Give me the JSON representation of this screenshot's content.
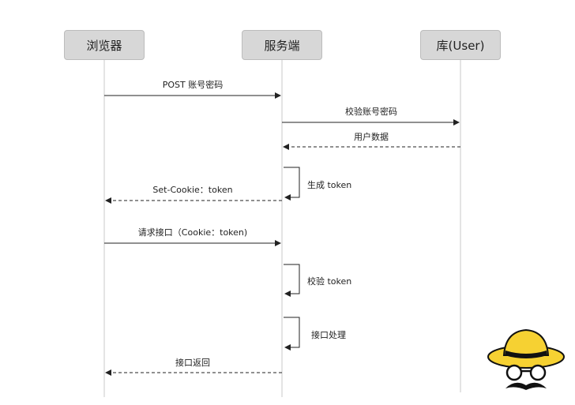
{
  "actors": {
    "browser": "浏览器",
    "server": "服务端",
    "db": "库(User)"
  },
  "messages": {
    "m1": "POST 账号密码",
    "m2": "校验账号密码",
    "m3": "用户数据",
    "m4": "生成 token",
    "m5": "Set-Cookie：token",
    "m6": "请求接口（Cookie：token)",
    "m7": "校验 token",
    "m8": "接口处理",
    "m9": "接口返回"
  },
  "colors": {
    "actor_fill": "#d7d7d7",
    "line": "#222222",
    "lifeline": "#c8c8c8",
    "hat": "#f6d132"
  },
  "icons": {
    "logo": "hat-glasses-mustache-logo"
  }
}
